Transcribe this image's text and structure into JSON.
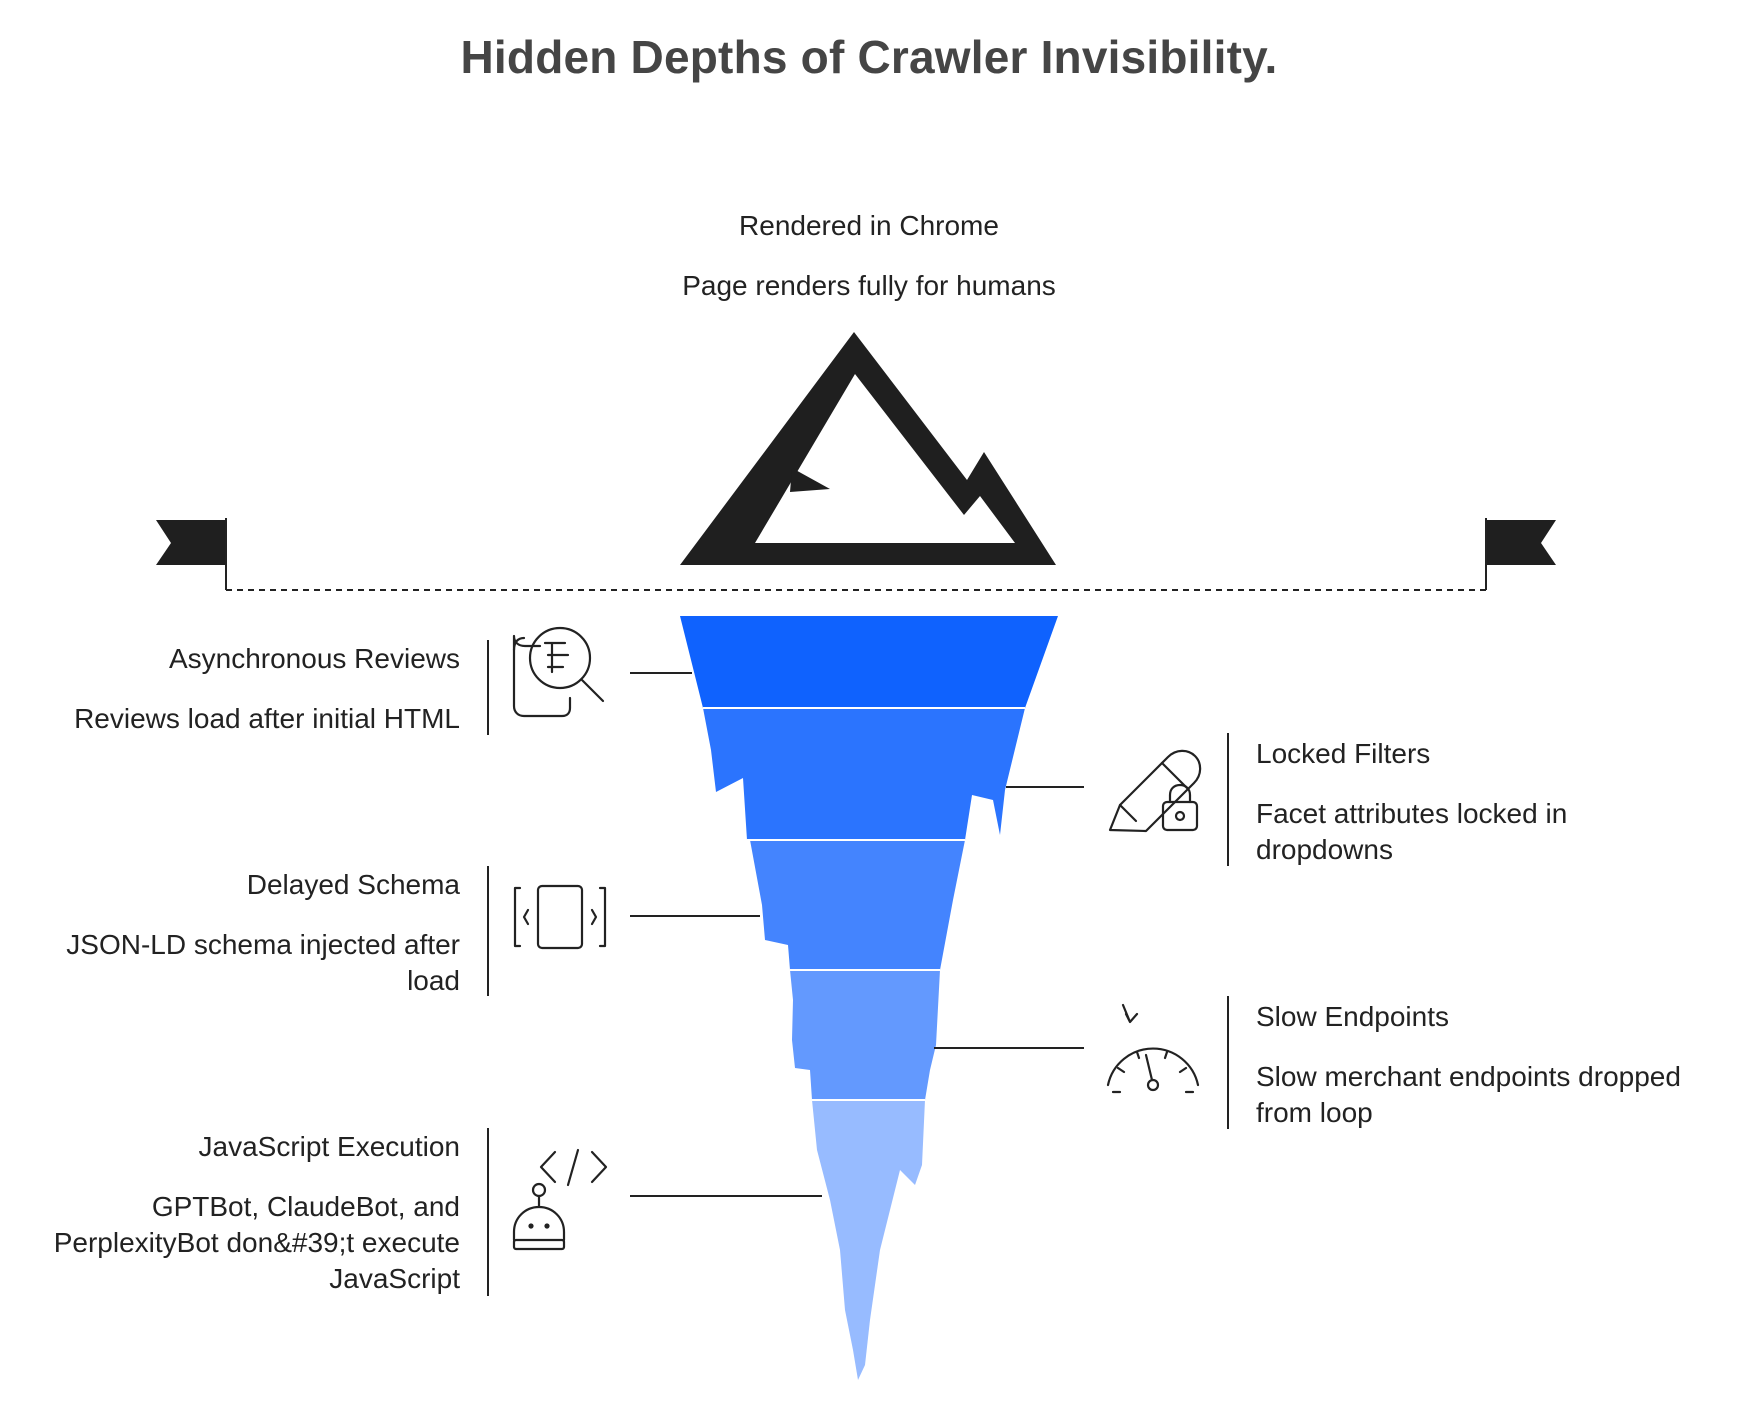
{
  "title": "Hidden Depths of Crawler Invisibility.",
  "tip": {
    "title": "Rendered in Chrome",
    "description": "Page renders fully for humans"
  },
  "layers": [
    {
      "side": "left",
      "title": "Asynchronous Reviews",
      "description": "Reviews load after initial HTML",
      "icon": "document-search-icon",
      "color": "#0F62FE"
    },
    {
      "side": "right",
      "title": "Locked Filters",
      "description": "Facet attributes locked in dropdowns",
      "icon": "pencil-lock-icon",
      "color": "#2B74FE"
    },
    {
      "side": "left",
      "title": "Delayed Schema",
      "description": "JSON-LD schema injected after load",
      "icon": "code-brackets-icon",
      "color": "#4484FE"
    },
    {
      "side": "right",
      "title": "Slow Endpoints",
      "description": "Slow merchant endpoints dropped from loop",
      "icon": "speedometer-icon",
      "color": "#6399FE"
    },
    {
      "side": "left",
      "title": "JavaScript Execution",
      "description": "GPTBot, ClaudeBot, and PerplexityBot don&#39;t execute JavaScript",
      "icon": "robot-code-icon",
      "color": "#97BBFF"
    }
  ],
  "colors": {
    "mountain": "#1f1f1f",
    "flag": "#1f1f1f",
    "waterline": "#222222",
    "text": "#222222",
    "title": "#454545"
  }
}
